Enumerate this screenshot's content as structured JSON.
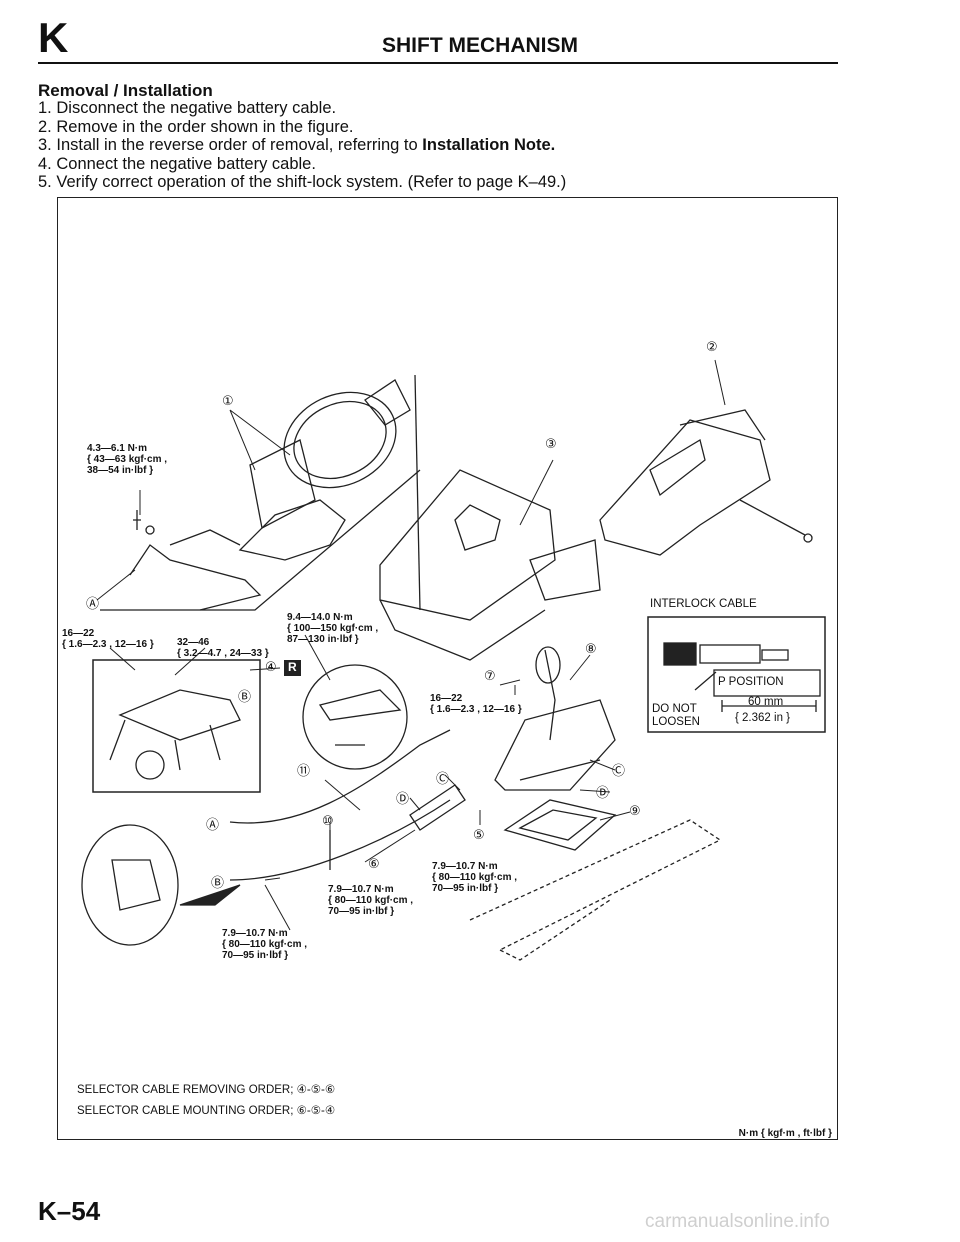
{
  "header": {
    "section_letter": "K",
    "title": "SHIFT MECHANISM"
  },
  "section_title": "Removal / Installation",
  "steps": [
    {
      "num": "1.",
      "text": "Disconnect the negative battery cable."
    },
    {
      "num": "2.",
      "text": "Remove in the order shown in the figure."
    },
    {
      "num": "3.",
      "text": "Install in the reverse order of removal, referring to ",
      "bold": "Installation Note."
    },
    {
      "num": "4.",
      "text": "Connect the negative battery cable."
    },
    {
      "num": "5.",
      "text": "Verify correct operation of the shift-lock system. (Refer to page K–49.)"
    }
  ],
  "figure": {
    "callouts": [
      "①",
      "②",
      "③",
      "④",
      "⑤",
      "⑥",
      "⑦",
      "⑧",
      "⑨",
      "⑩",
      "⑪",
      "Ⓐ",
      "Ⓑ",
      "Ⓒ",
      "Ⓓ"
    ],
    "torque_labels": {
      "t1": [
        "4.3—6.1 N·m",
        "{ 43—63 kgf·cm ,",
        "38—54 in·lbf }"
      ],
      "t2": [
        "16—22",
        "{ 1.6—2.3 , 12—16 }"
      ],
      "t3": [
        "32—46",
        "{ 3.2—4.7 , 24—33 }"
      ],
      "t4": [
        "9.4—14.0 N·m",
        "{ 100—150 kgf·cm ,",
        "87—130 in·lbf }"
      ],
      "t5": [
        "16—22",
        "{ 1.6—2.3 , 12—16 }"
      ],
      "t6": [
        "7.9—10.7 N·m",
        "{ 80—110 kgf·cm ,",
        "70—95 in·lbf }"
      ],
      "t7": [
        "7.9—10.7 N·m",
        "{ 80—110 kgf·cm ,",
        "70—95 in·lbf }"
      ],
      "t8": [
        "7.9—10.7 N·m",
        "{ 80—110 kgf·cm ,",
        "70—95 in·lbf }"
      ]
    },
    "interlock": {
      "title": "INTERLOCK CABLE",
      "p_position": "P POSITION",
      "do_not": "DO NOT",
      "loosen": "LOOSEN",
      "dim_mm": "60 mm",
      "dim_in": "{ 2.362 in }"
    },
    "r_badge": "R",
    "order_removing": "SELECTOR CABLE REMOVING ORDER; ④-⑤-⑥",
    "order_mounting": "SELECTOR CABLE MOUNTING ORDER; ⑥-⑤-④",
    "units_note": "N·m { kgf·m , ft·lbf }"
  },
  "footer": {
    "page": "K–54",
    "watermark": "carmanualsonline.info"
  }
}
